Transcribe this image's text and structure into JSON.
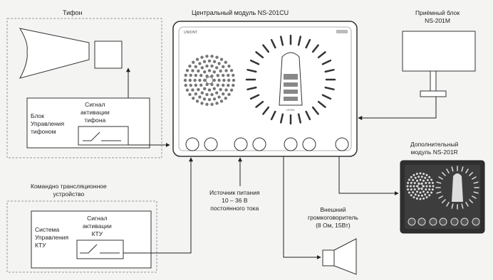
{
  "labels": {
    "horn_title": "Тифон",
    "central_title": "Центральный модуль NS-201CU",
    "receiver_title": [
      "Приёмный блок",
      "NS-201M"
    ],
    "horn_signal": [
      "Сигнал",
      "активации",
      "тифона"
    ],
    "horn_control": [
      "Блок",
      "Управления",
      "тифоном"
    ],
    "extra_module": [
      "Дополнительный",
      "модуль NS-201R"
    ],
    "relay_title": [
      "Командно трансляционное",
      "устройство"
    ],
    "power_source": [
      "Источник питания",
      "10 – 36 В",
      "постоянного тока"
    ],
    "relay_signal": [
      "Сигнал",
      "активации",
      "КТУ"
    ],
    "relay_system": [
      "Система",
      "Управления",
      "КТУ"
    ],
    "speaker": [
      "Внешний",
      "громкоговоритель",
      "(8 Ом, 15Вт)"
    ]
  },
  "device": {
    "brand": "UNIONT",
    "panel_label": "LEVEL"
  },
  "colors": {
    "line": "#222222",
    "dashed": "#999999",
    "panel": "#ffffff",
    "dark_panel": "#3a3a3a"
  }
}
